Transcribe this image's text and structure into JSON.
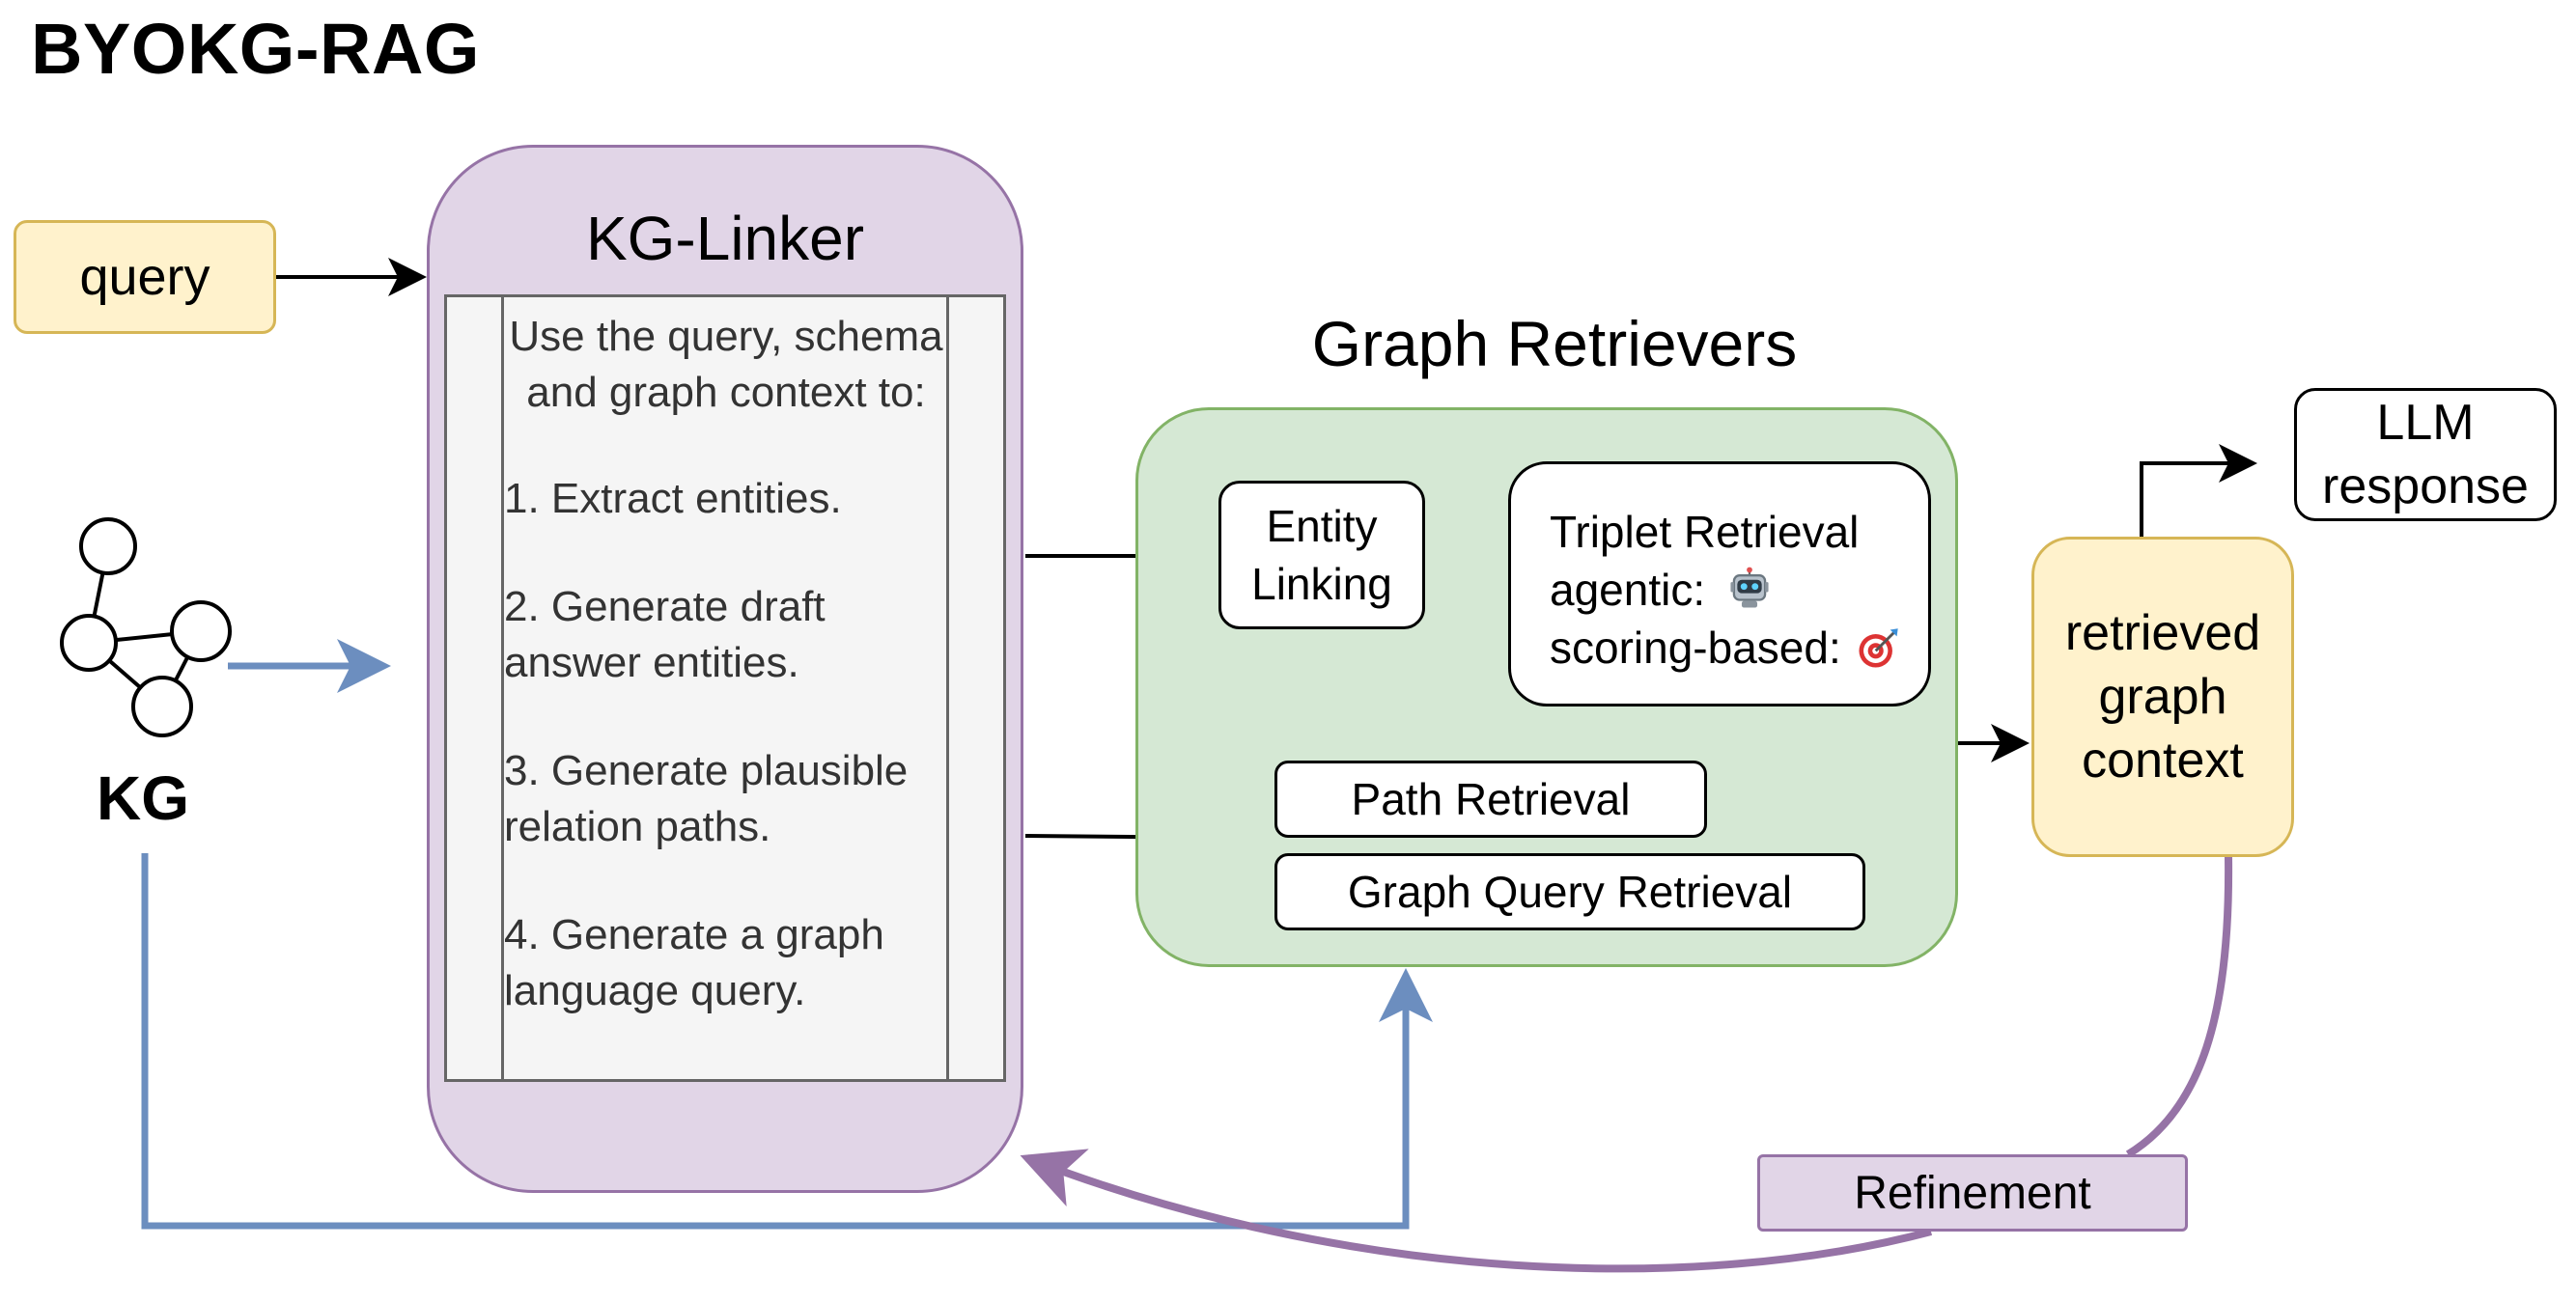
{
  "title": "BYOKG-RAG",
  "query_label": "query",
  "kg_label": "KG",
  "kg_linker": {
    "title": "KG-Linker",
    "intro": "Use the query, schema and graph context to:",
    "steps": [
      "1. Extract entities.",
      "2. Generate draft answer entities.",
      "3. Generate plausible relation paths.",
      "4. Generate a graph language query."
    ]
  },
  "graph_retrievers": {
    "title": "Graph Retrievers",
    "entity_linking": "Entity Linking",
    "triplet": {
      "title": "Triplet Retrieval",
      "agentic": "agentic:",
      "scoring": "scoring-based:"
    },
    "path_retrieval": "Path Retrieval",
    "graph_query_retrieval": "Graph Query Retrieval"
  },
  "context_label": "retrieved graph context",
  "llm_label": "LLM response",
  "refinement_label": "Refinement",
  "icons": {
    "agentic": "robot-icon",
    "scoring": "target-icon",
    "kg": "graph-icon"
  },
  "colors": {
    "yellow_fill": "#fff2cc",
    "yellow_stroke": "#d6b656",
    "purple_fill": "#e1d5e7",
    "purple_stroke": "#9673a6",
    "green_fill": "#d5e8d4",
    "green_stroke": "#82b366",
    "blue_arrow": "#6c8ebf"
  }
}
